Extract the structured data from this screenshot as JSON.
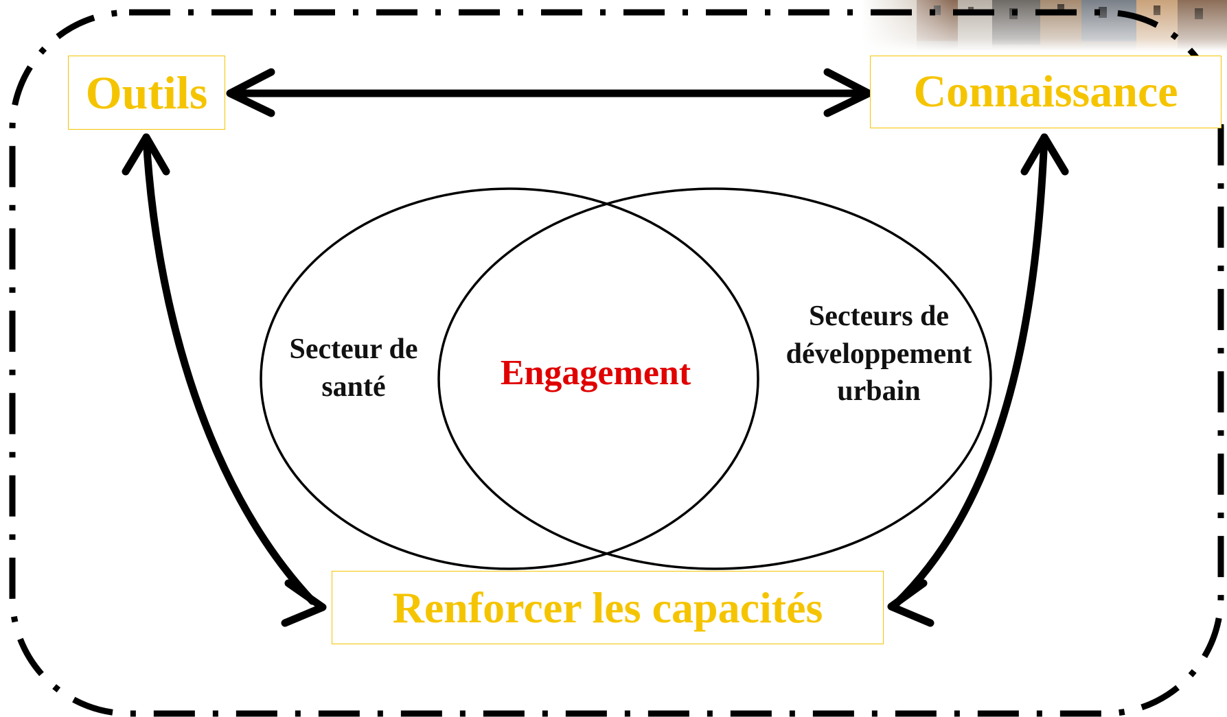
{
  "nodes": {
    "outils": "Outils",
    "connaissance": "Connaissance",
    "renforcer": "Renforcer les capacités"
  },
  "venn": {
    "left": [
      "Secteur de",
      "santé"
    ],
    "center": "Engagement",
    "right": [
      "Secteurs de",
      "développement",
      "urbain"
    ]
  },
  "colors": {
    "node_text": "#f5c400",
    "node_border": "#f5c400",
    "center_text": "#e00000",
    "stroke": "#000000"
  },
  "decoration": {
    "photo": "city-street-photo"
  }
}
